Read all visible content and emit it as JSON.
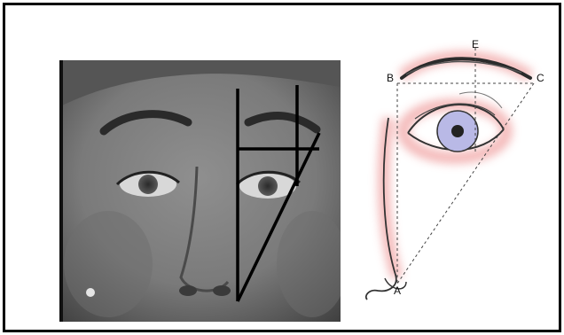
{
  "figure": {
    "photo": {
      "description_icon": "face-photo-icon"
    },
    "sketch": {
      "points": {
        "A": "A",
        "B": "B",
        "C": "C",
        "E": "E"
      },
      "glow_color": "#f3b3b3",
      "iris_color": "#b9b9e6"
    }
  }
}
